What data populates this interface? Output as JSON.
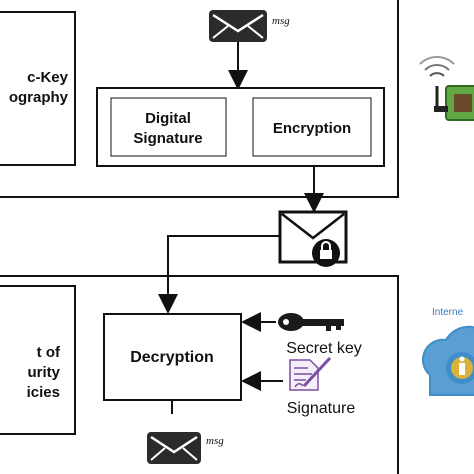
{
  "top_panel": {
    "left_box_lines": [
      "c-Key",
      "ography"
    ],
    "digital_signature_lines": [
      "Digital",
      "Signature"
    ],
    "encryption": "Encryption"
  },
  "message_top": "msg",
  "bottom_panel": {
    "left_box_lines": [
      "t of",
      "urity",
      "icies"
    ],
    "decryption": "Decryption",
    "secret_key": "Secret key",
    "signature": "Signature"
  },
  "message_bottom": "msg",
  "right_side": {
    "internet_label": "Interne"
  },
  "colors": {
    "stroke": "#111111",
    "envelope_dark": "#2b2b2b",
    "lock_envelope": "#ffffff",
    "chip_green": "#5fa843",
    "cloud_blue": "#3d8ec9",
    "internet_text": "#3a7bbf",
    "signature_purple": "#7b4fa0"
  }
}
